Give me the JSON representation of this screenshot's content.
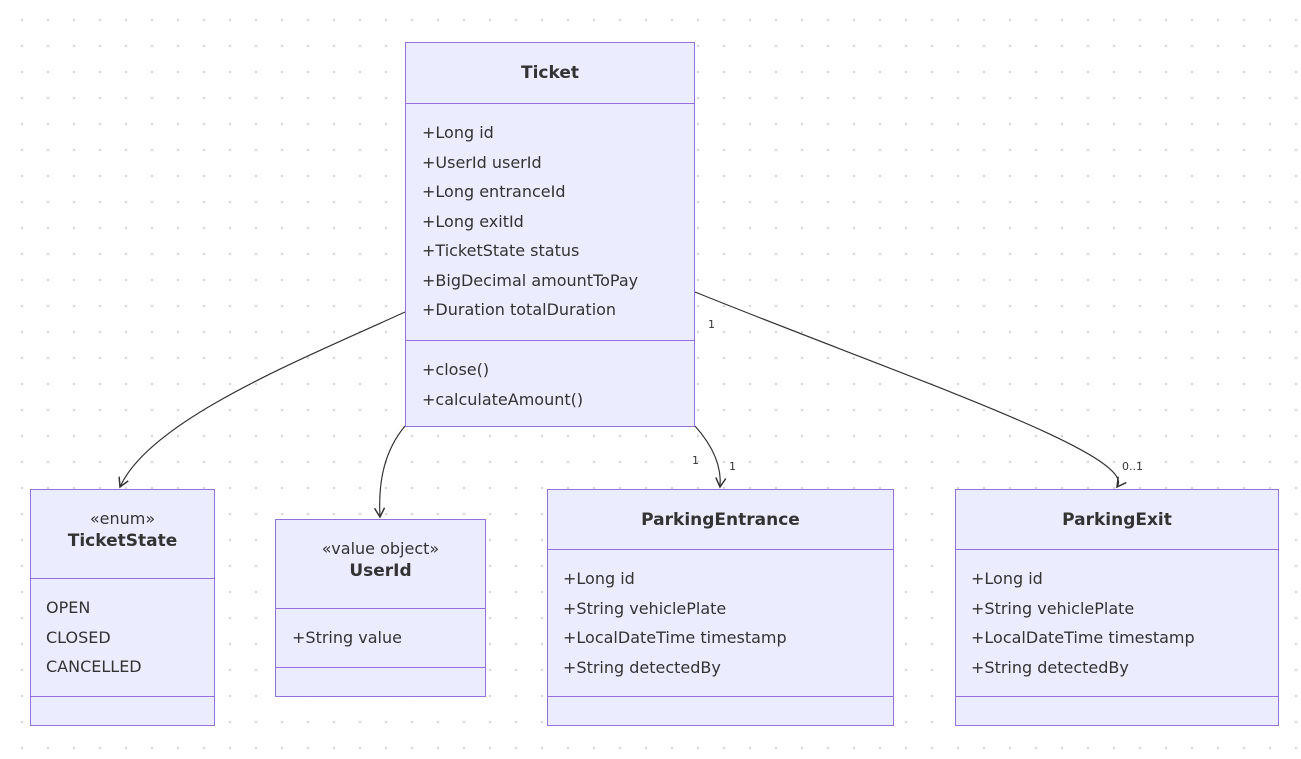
{
  "classes": {
    "ticket": {
      "name": "Ticket",
      "attributes": [
        "+Long id",
        "+UserId userId",
        "+Long entranceId",
        "+Long exitId",
        "+TicketState status",
        "+BigDecimal amountToPay",
        "+Duration totalDuration"
      ],
      "methods": [
        "+close()",
        "+calculateAmount()"
      ]
    },
    "ticket_state": {
      "stereotype": "«enum»",
      "name": "TicketState",
      "attributes": [
        "OPEN",
        "CLOSED",
        "CANCELLED"
      ]
    },
    "user_id": {
      "stereotype": "«value object»",
      "name": "UserId",
      "attributes": [
        "+String value"
      ]
    },
    "parking_entrance": {
      "name": "ParkingEntrance",
      "attributes": [
        "+Long id",
        "+String vehiclePlate",
        "+LocalDateTime timestamp",
        "+String detectedBy"
      ]
    },
    "parking_exit": {
      "name": "ParkingExit",
      "attributes": [
        "+Long id",
        "+String vehiclePlate",
        "+LocalDateTime timestamp",
        "+String detectedBy"
      ]
    }
  },
  "multiplicities": {
    "entrance_from": "1",
    "entrance_to": "1",
    "exit_from": "1",
    "exit_to": "0..1"
  },
  "colors": {
    "class_fill": "#ececff",
    "class_border": "#9370db",
    "edge": "#333333"
  }
}
